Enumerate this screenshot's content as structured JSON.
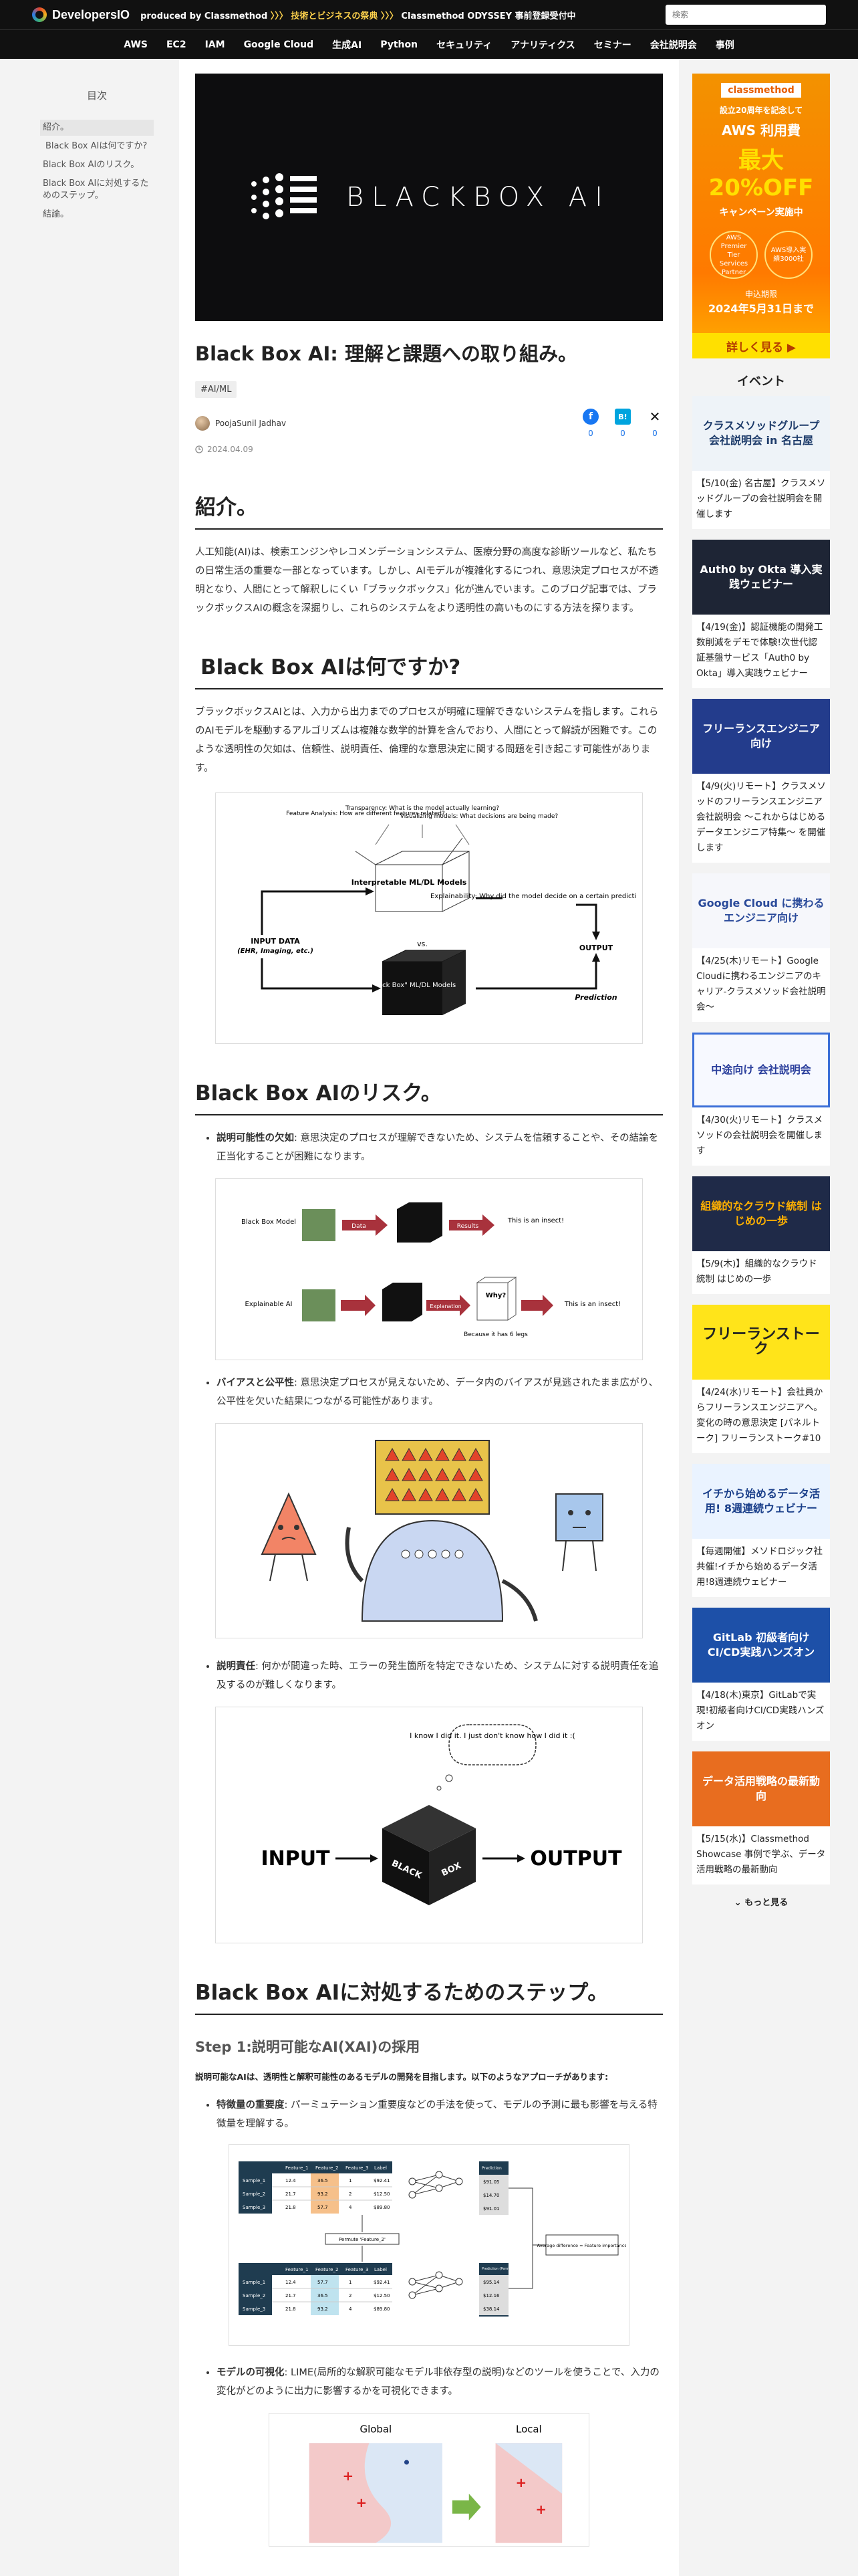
{
  "header": {
    "logo": "DevelopersIO",
    "produced_by": "produced by Classmethod",
    "promo_prefix": "〉〉〉",
    "promo_highlight": "技術とビジネスの祭典",
    "promo_mid": "〉〉〉",
    "promo_rest": "Classmethod ODYSSEY 事前登録受付中",
    "search_placeholder": "検索"
  },
  "nav": [
    "AWS",
    "EC2",
    "IAM",
    "Google Cloud",
    "生成AI",
    "Python",
    "セキュリティ",
    "アナリティクス",
    "セミナー",
    "会社説明会",
    "事例"
  ],
  "toc": {
    "title": "目次",
    "items": [
      "紹介。",
      "Black Box AIは何ですか?",
      "Black Box AIのリスク。",
      "Black Box AIに対処するためのステップ。",
      "結論。"
    ]
  },
  "article": {
    "hero_text": "BLACKBOX AI",
    "title": "Black Box AI: 理解と課題への取り組み。",
    "tag": "#AI/ML",
    "author": "PoojaSunil Jadhav",
    "date": "2024.04.09",
    "shares": [
      {
        "name": "facebook",
        "count": "0"
      },
      {
        "name": "hatena",
        "count": "0"
      },
      {
        "name": "x",
        "count": "0"
      }
    ],
    "s1_title": "紹介。",
    "s1_body": "人工知能(AI)は、検索エンジンやレコメンデーションシステム、医療分野の高度な診断ツールなど、私たちの日常生活の重要な一部となっています。しかし、AIモデルが複雑化するにつれ、意思決定プロセスが不透明となり、人間にとって解釈しにくい「ブラックボックス」化が進んでいます。このブログ記事では、ブラックボックスAIの概念を深掘りし、これらのシステムをより透明性の高いものにする方法を探ります。",
    "s2_title": "Black Box AIは何ですか?",
    "s2_body": "ブラックボックスAIとは、入力から出力までのプロセスが明確に理解できないシステムを指します。これらのAIモデルを駆動するアルゴリズムは複雑な数学的計算を含んでおり、人間にとって解読が困難です。このような透明性の欠如は、信頼性、説明責任、倫理的な意思決定に関する問題を引き起こす可能性があります。",
    "fig1": {
      "q1": "Feature Analysis: How are different features related?",
      "q2": "Transparency: What is the model actually learning?",
      "q3": "Visualizing models: What decisions are being made?",
      "box1": "Interpretable ML/DL Models",
      "vs": "vs.",
      "box2": "\"Black Box\" ML/DL Models",
      "input": "INPUT DATA",
      "input_sub": "(EHR, Imaging, etc.)",
      "explain": "Explainability: Why did the model decide on a certain prediction?",
      "output": "OUTPUT",
      "output_sub": "Prediction"
    },
    "s3_title": "Black Box AIのリスク。",
    "risk1_label": "説明可能性の欠如",
    "risk1_text": ": 意思決定のプロセスが理解できないため、システムを信頼することや、その結論を正当化することが困難になります。",
    "fig2": {
      "row1": "Black Box Model",
      "row2": "Explainable AI",
      "data": "Data",
      "results": "Results",
      "insect1": "This is an insect!",
      "explain": "Explanation",
      "why": "Why?",
      "legs": "Because it has 6 legs",
      "insect2": "This is an insect!"
    },
    "risk2_label": "バイアスと公平性",
    "risk2_text": ": 意思決定プロセスが見えないため、データ内のバイアスが見逃されたまま広がり、公平性を欠いた結果につながる可能性があります。",
    "risk3_label": "説明責任",
    "risk3_text": ": 何かが間違った時、エラーの発生箇所を特定できないため、システムに対する説明責任を追及するのが難しくなります。",
    "fig4": {
      "bubble": "I know I did it. I just don't know how I did it :(",
      "input": "INPUT",
      "black": "BLACK",
      "box": "BOX",
      "output": "OUTPUT"
    },
    "s4_title": "Black Box AIに対処するためのステップ。",
    "step1_title": "Step 1:説明可能なAI(XAI)の採用",
    "step1_intro": "説明可能なAIは、透明性と解釈可能性のあるモデルの開発を目指します。以下のようなアプローチがあります:",
    "b1_label": "特徴量の重要度",
    "b1_text": ": パーミュテーション重要度などの手法を使って、モデルの予測に最も影響を与える特徴量を理解する。",
    "fig5": {
      "headers": [
        "",
        "Feature_1",
        "Feature_2",
        "Feature_3",
        "Label"
      ],
      "rows": [
        [
          "Sample_1",
          "12.4",
          "36.5",
          "1",
          "$92.41"
        ],
        [
          "Sample_2",
          "21.7",
          "93.2",
          "2",
          "$12.50"
        ],
        [
          "Sample_3",
          "21.8",
          "57.7",
          "4",
          "$89.80"
        ]
      ],
      "outcol": "Prediction",
      "outcol2": "Prediction (Permuted)",
      "outs": [
        "$91.05",
        "$14.70",
        "$91.01"
      ],
      "outs2": [
        "$95.14",
        "$12.16",
        "$38.14"
      ],
      "permute": "Permute 'Feature_2'",
      "avg": "Average difference = Feature importance"
    },
    "b2_label": "モデルの可視化",
    "b2_text": ": LIME(局所的な解釈可能なモデル非依存型の説明)などのツールを使うことで、入力の変化がどのように出力に影響するかを可視化できます。",
    "fig6": {
      "global": "Global",
      "local": "Local"
    }
  },
  "sidebar": {
    "ad": {
      "brand": "classmethod",
      "l1": "設立20周年を記念して",
      "l2": "AWS 利用費",
      "l3": "最大20%OFF",
      "l4": "キャンペーン実施中",
      "badge1": "AWS Premier Tier Services Partner",
      "badge2": "AWS導入実績3000社",
      "l5": "申込期限",
      "l6": "2024年5月31日まで",
      "cta": "詳しく見る ▶"
    },
    "events_title": "イベント",
    "events": [
      {
        "thumb": "クラスメソッドグループ 会社説明会 in 名古屋",
        "caption": "【5/10(金) 名古屋】クラスメソッドグループの会社説明会を開催します",
        "bg": "#eef3f8",
        "fg": "#1d3b6a"
      },
      {
        "thumb": "Auth0 by Okta 導入実践ウェビナー",
        "caption": "【4/19(金)】認証機能の開発工数削減をデモで体験!次世代認証基盤サービス「Auth0 by Okta」導入実践ウェビナー",
        "bg": "#1e2535",
        "fg": "#ffffff"
      },
      {
        "thumb": "フリーランスエンジニア向け",
        "caption": "【4/9(火)リモート】クラスメソッドのフリーランスエンジニア会社説明会 〜これからはじめるデータエンジニア特集〜 を開催します",
        "bg": "#233c8c",
        "fg": "#ffffff"
      },
      {
        "thumb": "Google Cloud に携わるエンジニア向け",
        "caption": "【4/25(木)リモート】Google Cloudに携わるエンジニアのキャリア-クラスメソッド会社説明会〜",
        "bg": "#f6f7fb",
        "fg": "#2a4a9a"
      },
      {
        "thumb": "中途向け 会社説明会",
        "caption": "【4/30(火)リモート】クラスメソッドの会社説明会を開催します",
        "bg": "#f7f9ff",
        "fg": "#2b3f9c"
      },
      {
        "thumb": "組織的なクラウド統制 はじめの一歩",
        "caption": "【5/9(木)】組織的なクラウド統制 はじめの一歩",
        "bg": "#1f2a48",
        "fg": "#ffb000"
      },
      {
        "thumb": "フリーランストーク",
        "caption": "【4/24(水)リモート】会社員からフリーランスエンジニアへ。変化の時の意思決定 [パネルトーク] フリーランストーク#10",
        "bg": "#ffe41a",
        "fg": "#222222"
      },
      {
        "thumb": "イチから始めるデータ活用! 8週連続ウェビナー",
        "caption": "【毎週開催】メソドロジック社共催!イチから始めるデータ活用!8週連続ウェビナー",
        "bg": "#eaf3ff",
        "fg": "#1a3f8a"
      },
      {
        "thumb": "GitLab 初級者向け CI/CD実践ハンズオン",
        "caption": "【4/18(木)東京】GitLabで実現!初級者向けCI/CD実践ハンズオン",
        "bg": "#1d50a8",
        "fg": "#ffffff"
      },
      {
        "thumb": "データ活用戦略の最新動向",
        "caption": "【5/15(水)】Classmethod Showcase 事例で学ぶ、データ活用戦略の最新動向",
        "bg": "#e86d1f",
        "fg": "#ffffff"
      }
    ],
    "more": "もっと見る"
  }
}
